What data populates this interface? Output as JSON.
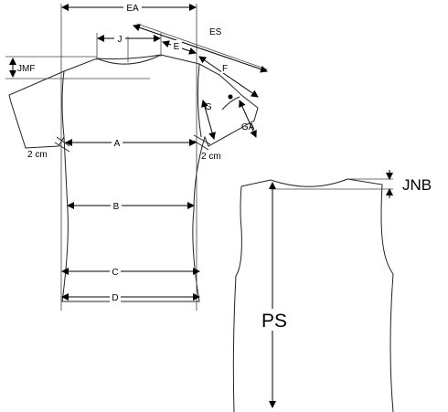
{
  "labels": {
    "EA": "EA",
    "ES": "ES",
    "J": "J",
    "E": "E",
    "JMF": "JMF",
    "F": "F",
    "G": "G",
    "GA": "GA",
    "A": "A",
    "B": "B",
    "C": "C",
    "D": "D",
    "cm_left": "2 cm",
    "cm_right": "2 cm",
    "JNB": "JNB",
    "PS": "PS"
  },
  "colors": {
    "line": "#000000",
    "background": "#ffffff"
  }
}
